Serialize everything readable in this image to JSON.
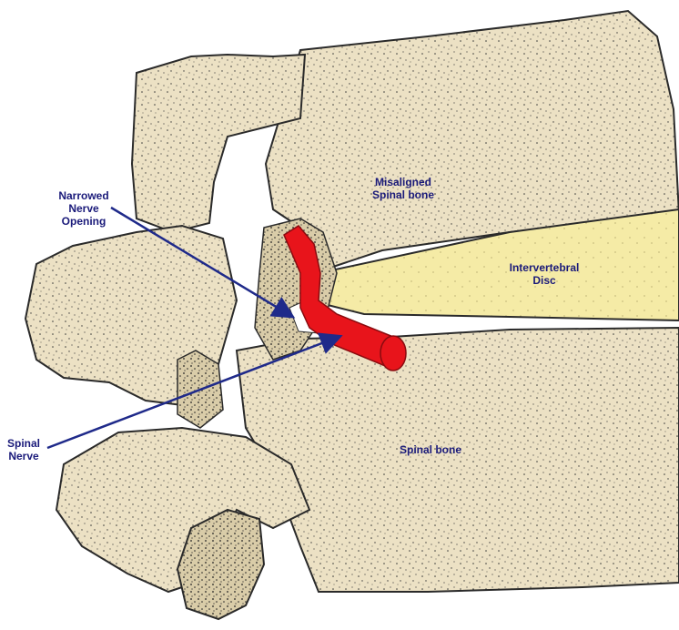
{
  "colors": {
    "bone": "#ece1c4",
    "bone_outline": "#2a2a2a",
    "disc": "#f5eba6",
    "nerve": "#e8141b",
    "label_text": "#1a1a7a",
    "arrow": "#1f2a8a"
  },
  "labels": {
    "narrowed_nerve_opening": [
      "Narrowed",
      "Nerve",
      "Opening"
    ],
    "misaligned_spinal_bone": [
      "Misaligned",
      "Spinal bone"
    ],
    "intervertebral_disc": [
      "Intervertebral",
      "Disc"
    ],
    "spinal_nerve": [
      "Spinal",
      "Nerve"
    ],
    "spinal_bone": "Spinal bone"
  }
}
